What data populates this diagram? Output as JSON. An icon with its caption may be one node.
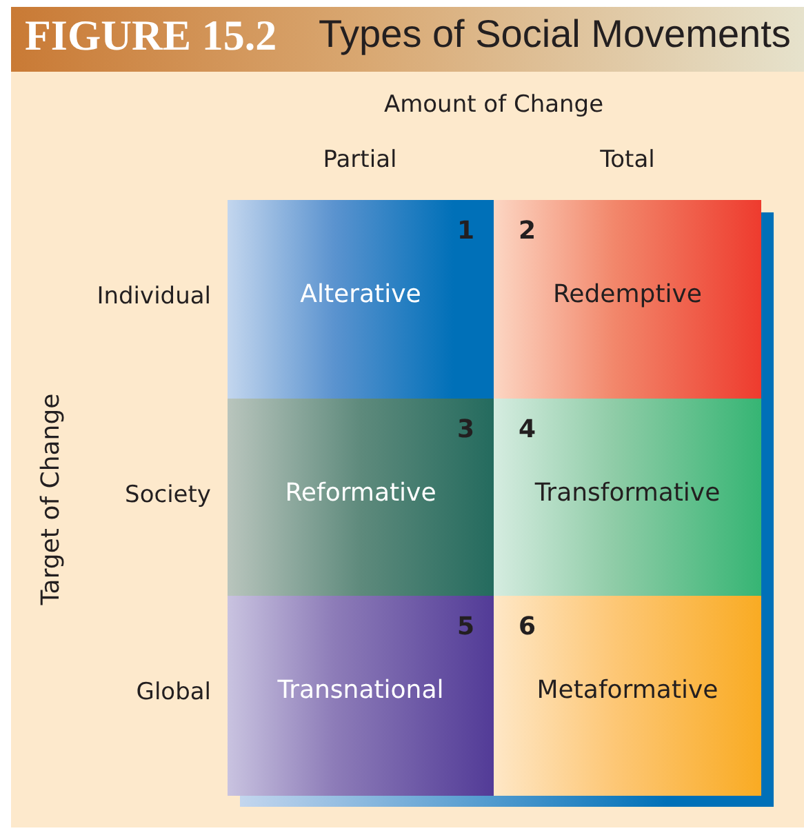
{
  "diagram": {
    "title": "Types of Social Movements",
    "nodes": [
      {
        "text": [
          "1",
          "Alterative"
        ]
      },
      {
        "text": [
          "2",
          "Redemptive"
        ]
      },
      {
        "text": [
          "3",
          "Reformative"
        ]
      },
      {
        "text": [
          "4",
          "Transformative"
        ]
      },
      {
        "text": [
          "5",
          "Transnational"
        ]
      },
      {
        "text": [
          "6",
          "Metaformative"
        ]
      }
    ],
    "labels": [
      "FIGURE 15.2",
      "Amount of Change",
      "Partial",
      "Total",
      "Target of Change",
      "Individual",
      "Society",
      "Global"
    ]
  }
}
